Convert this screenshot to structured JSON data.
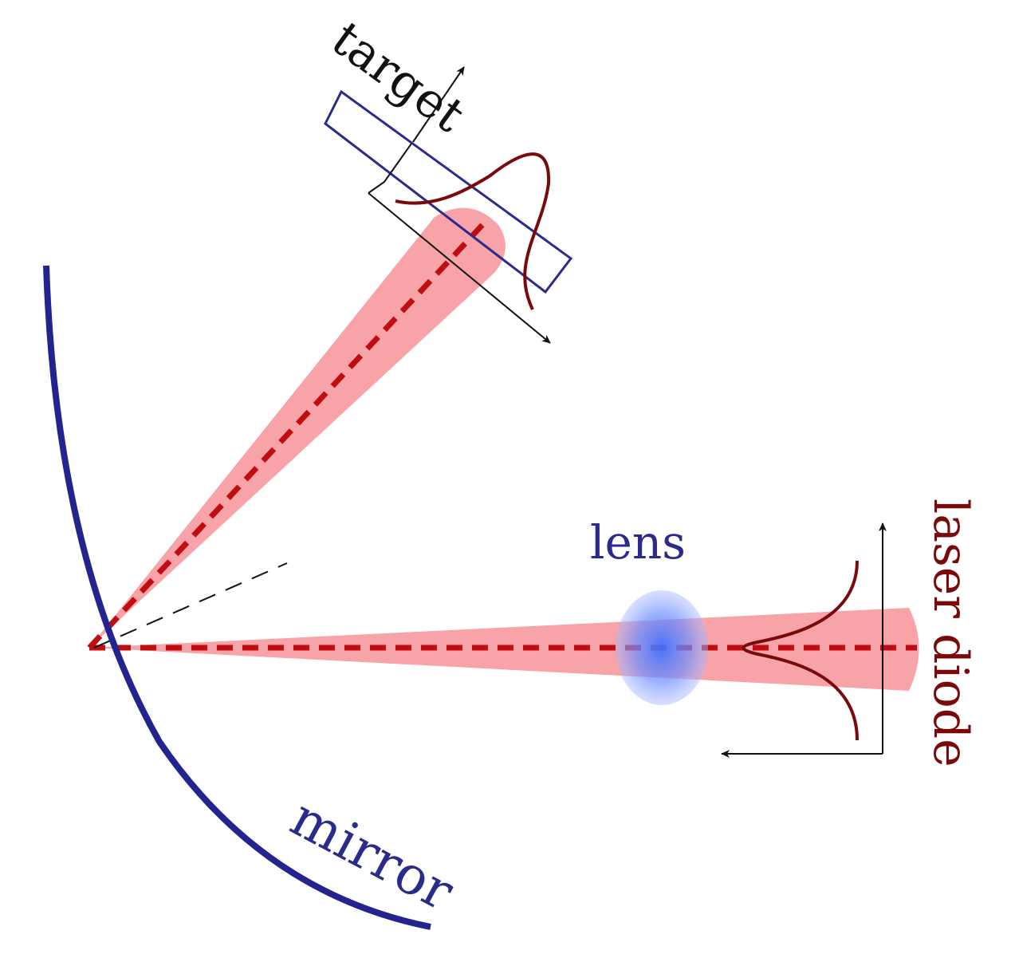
{
  "labels": {
    "target": "target",
    "lens": "lens",
    "laser_diode": "laser diode",
    "mirror": "mirror"
  },
  "colors": {
    "beam_fill": "#f7a3a8",
    "beam_axis": "#c00d12",
    "profile": "#7a0a0a",
    "mirror": "#24248f",
    "target_box": "#2b2b8c",
    "lens_center": "#3f6fff",
    "lens_edge": "#a9b9ff",
    "label_blue": "#2b2b8c",
    "label_red": "#7a0a0a",
    "axes": "#111111"
  }
}
